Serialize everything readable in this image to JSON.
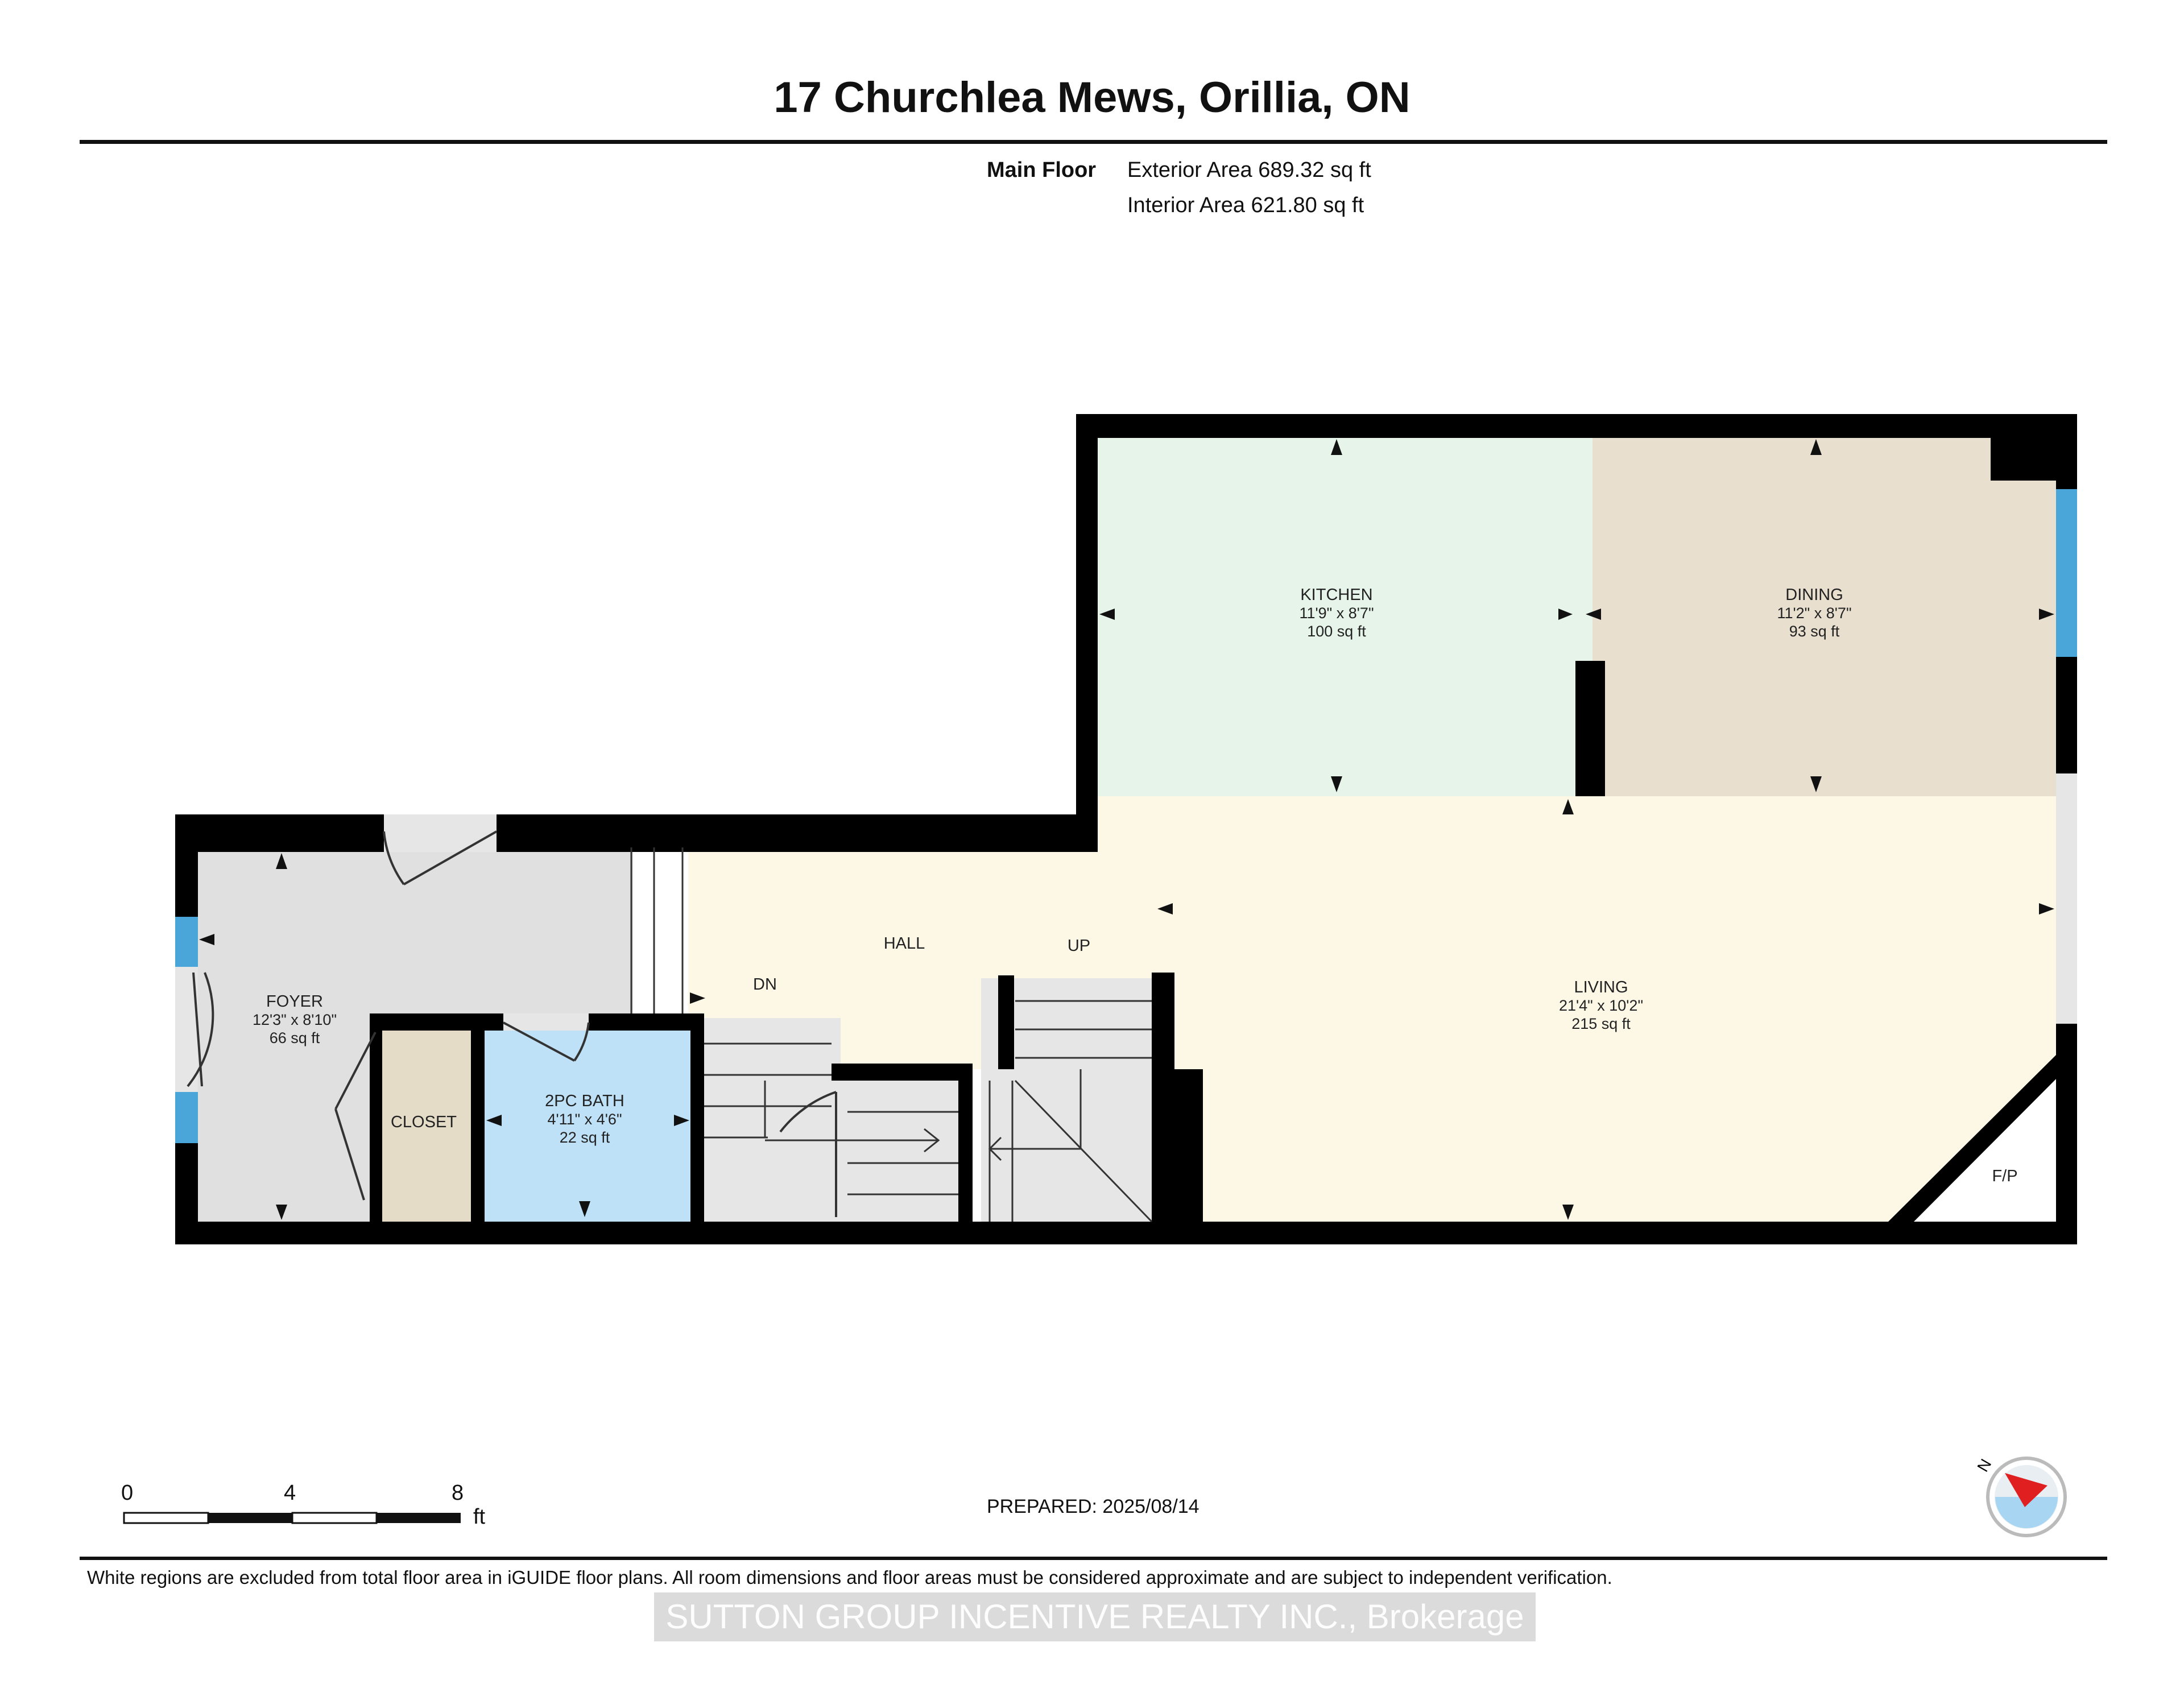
{
  "title": "17 Churchlea Mews, Orillia, ON",
  "floor": {
    "name": "Main Floor",
    "exterior_area": "Exterior Area 689.32 sq ft",
    "interior_area": "Interior Area 621.80 sq ft"
  },
  "rooms": {
    "kitchen": {
      "name": "KITCHEN",
      "dims": "11'9\" x 8'7\"",
      "area": "100 sq ft"
    },
    "dining": {
      "name": "DINING",
      "dims": "11'2\" x 8'7\"",
      "area": "93 sq ft"
    },
    "living": {
      "name": "LIVING",
      "dims": "21'4\" x 10'2\"",
      "area": "215 sq ft"
    },
    "foyer": {
      "name": "FOYER",
      "dims": "12'3\" x 8'10\"",
      "area": "66 sq ft"
    },
    "bath": {
      "name": "2PC BATH",
      "dims": "4'11\" x 4'6\"",
      "area": "22 sq ft"
    },
    "closet": {
      "name": "CLOSET"
    },
    "hall": {
      "name": "HALL"
    }
  },
  "markers": {
    "up": "UP",
    "down": "DN",
    "fireplace": "F/P"
  },
  "colors": {
    "kitchen": "#e6f4ea",
    "dining": "#e8dfcf",
    "living": "#fdf8e6",
    "foyer": "#e0e0e0",
    "bath": "#bfe1f7",
    "closet": "#e5dcc7",
    "stairs": "#e6e6e6",
    "wall": "#000000",
    "window": "#4aa5d8"
  },
  "scale": {
    "labels": [
      "0",
      "4",
      "8"
    ],
    "unit": "ft"
  },
  "prepared": "PREPARED: 2025/08/14",
  "footnote": "White regions are excluded from total floor area in iGUIDE floor plans. All room dimensions and floor areas must be considered approximate and are subject to independent verification.",
  "watermark": "SUTTON GROUP INCENTIVE REALTY INC., Brokerage",
  "compass": {
    "label": "N"
  }
}
